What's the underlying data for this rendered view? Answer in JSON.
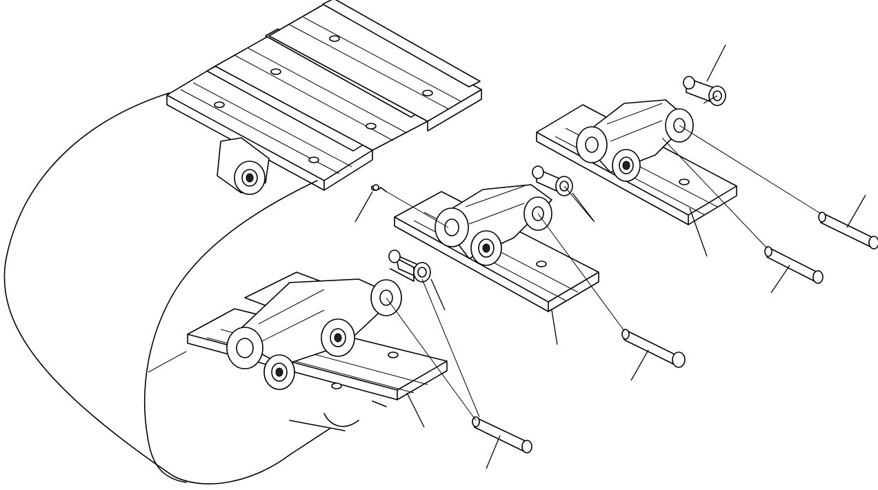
{
  "diagram": {
    "kind": "exploded parts illustration",
    "colors": {
      "line": "#000000",
      "background": "#ffffff"
    },
    "parts": [
      {
        "id": "track-belt-loop"
      },
      {
        "id": "track-shoe-assembly-top"
      },
      {
        "id": "track-shoe-assembly-left"
      },
      {
        "id": "track-shoe-assembly-center"
      },
      {
        "id": "track-shoe-assembly-right"
      },
      {
        "id": "bushing-left"
      },
      {
        "id": "bushing-center"
      },
      {
        "id": "bushing-right"
      },
      {
        "id": "pin-left"
      },
      {
        "id": "pin-center"
      },
      {
        "id": "pin-right-lower"
      },
      {
        "id": "pin-right-upper"
      },
      {
        "id": "cotter-pin"
      }
    ]
  }
}
